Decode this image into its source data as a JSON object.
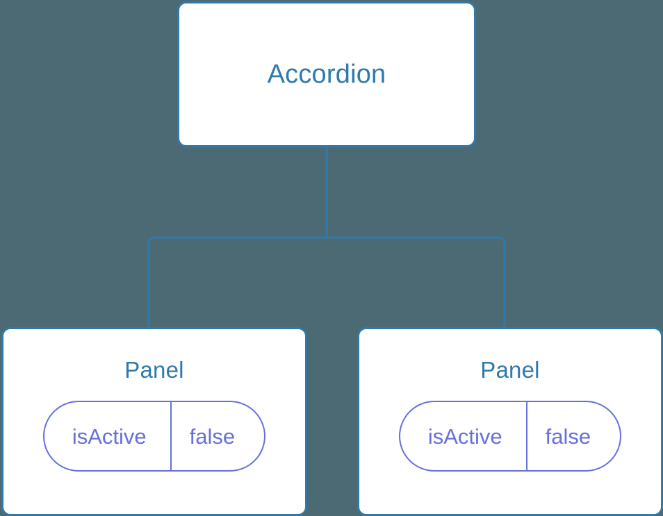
{
  "diagram": {
    "type": "component-tree",
    "background_color": "#4c6a73",
    "node_border_color": "#2f79ab",
    "node_fill_color": "#ffffff",
    "node_title_color": "#2f79ab",
    "prop_accent_color": "#6570dc",
    "connector_color": "#2f79ab",
    "root": {
      "title": "Accordion"
    },
    "children": [
      {
        "title": "Panel",
        "props": [
          {
            "name": "isActive",
            "value": "false"
          }
        ]
      },
      {
        "title": "Panel",
        "props": [
          {
            "name": "isActive",
            "value": "false"
          }
        ]
      }
    ],
    "edges": [
      {
        "from": "Accordion",
        "to": "Panel"
      },
      {
        "from": "Accordion",
        "to": "Panel"
      }
    ]
  }
}
